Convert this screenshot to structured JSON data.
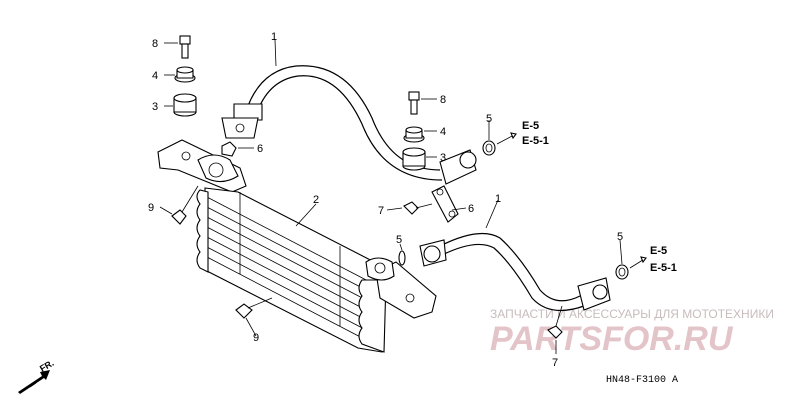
{
  "callouts": {
    "c8a": "8",
    "c4a": "4",
    "c3a": "3",
    "c6a": "6",
    "c9a": "9",
    "c1a": "1",
    "c2": "2",
    "c8b": "8",
    "c4b": "4",
    "c3b": "3",
    "c5a": "5",
    "c7a": "7",
    "c6b": "6",
    "c1b": "1",
    "c5b": "5",
    "c5c": "5",
    "c9b": "9",
    "c7b": "7"
  },
  "references": {
    "r1a": "E-5",
    "r1b": "E-5-1",
    "r2a": "E-5",
    "r2b": "E-5-1"
  },
  "watermark": {
    "tagline": "ЗАПЧАСТИ И АКСЕССУАРЫ ДЛЯ МОТОТЕХНИКИ",
    "brand": "PARTSFOR.RU"
  },
  "direction_label": "FR.",
  "diagram_code": "HN48-F3100 A",
  "colors": {
    "ink": "#000000",
    "watermark": "#e3c4c9"
  }
}
